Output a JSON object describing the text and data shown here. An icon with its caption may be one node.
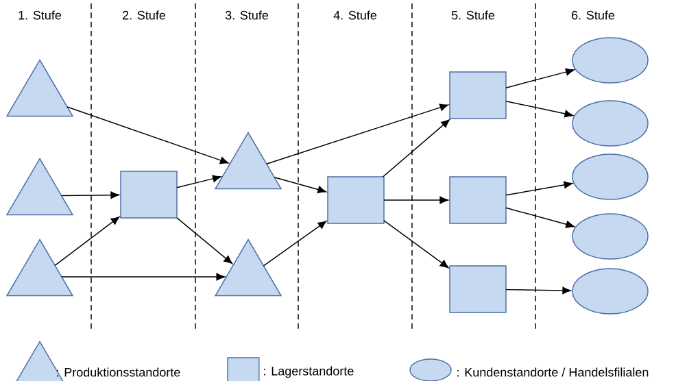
{
  "diagram": {
    "nodes": [
      {
        "text": [],
        "shape": "triangle"
      },
      {
        "text": [],
        "shape": "triangle"
      },
      {
        "text": [],
        "shape": "triangle"
      },
      {
        "text": [],
        "shape": "box"
      },
      {
        "text": [],
        "shape": "triangle"
      },
      {
        "text": [],
        "shape": "triangle"
      },
      {
        "text": [],
        "shape": "box"
      },
      {
        "text": [],
        "shape": "box"
      },
      {
        "text": [],
        "shape": "box"
      },
      {
        "text": [],
        "shape": "box"
      },
      {
        "text": [],
        "shape": "ellipse"
      },
      {
        "text": [],
        "shape": "ellipse"
      },
      {
        "text": [],
        "shape": "ellipse"
      },
      {
        "text": [],
        "shape": "ellipse"
      },
      {
        "text": [],
        "shape": "ellipse"
      }
    ],
    "edges": [
      {
        "from": 0,
        "to": 4,
        "arrow": "to"
      },
      {
        "from": 1,
        "to": 3,
        "arrow": "to"
      },
      {
        "from": 2,
        "to": 3,
        "arrow": "to"
      },
      {
        "from": 2,
        "to": 5,
        "arrow": "to"
      },
      {
        "from": 3,
        "to": 4,
        "arrow": "to"
      },
      {
        "from": 3,
        "to": 5,
        "arrow": "to"
      },
      {
        "from": 4,
        "to": 7,
        "arrow": "to"
      },
      {
        "from": 4,
        "to": 6,
        "arrow": "to"
      },
      {
        "from": 5,
        "to": 6,
        "arrow": "to"
      },
      {
        "from": 6,
        "to": 7,
        "arrow": "to"
      },
      {
        "from": 6,
        "to": 8,
        "arrow": "to"
      },
      {
        "from": 6,
        "to": 9,
        "arrow": "to"
      },
      {
        "from": 7,
        "to": 10,
        "arrow": "to"
      },
      {
        "from": 7,
        "to": 11,
        "arrow": "to"
      },
      {
        "from": 8,
        "to": 12,
        "arrow": "to"
      },
      {
        "from": 8,
        "to": 13,
        "arrow": "to"
      },
      {
        "from": 9,
        "to": 14,
        "arrow": "to"
      }
    ],
    "labels": [
      "1. Stufe",
      "2. Stufe",
      "3. Stufe",
      "4. Stufe",
      "5. Stufe",
      "6. Stufe"
    ],
    "legend": [
      {
        "text": ": Produktionsstandorte"
      },
      {
        "text": ": Lagerstandorte"
      },
      {
        "text": ": Kundenstandorte / Handelsfilialen"
      }
    ]
  }
}
